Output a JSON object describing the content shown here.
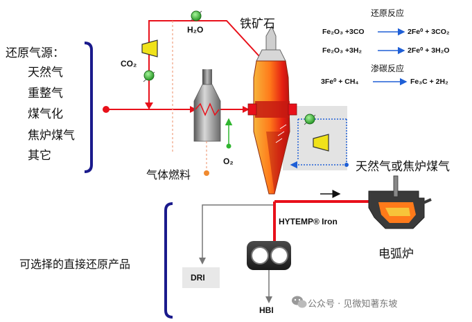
{
  "sources": {
    "title": "还原气源：",
    "items": [
      "天然气",
      "重整气",
      "煤气化",
      "焦炉煤气",
      "其它"
    ]
  },
  "labels": {
    "iron_ore": "铁矿石",
    "h2o": "H₂O",
    "co2": "CO₂",
    "o2": "O₂",
    "fuel_gas": "气体燃料",
    "ng_coke": "天然气或焦炉煤气",
    "hytemp": "HYTEMP® Iron",
    "eaf": "电弧炉",
    "optional_products": "可选择的直接还原产品",
    "dri": "DRI",
    "hbi": "HBI"
  },
  "reactions": {
    "reduction_title": "还原反应",
    "reduction": [
      {
        "left": "Fe₂O₃ +3CO",
        "right": "2Fe⁰ + 3CO₂"
      },
      {
        "left": "Fe₂O₃ +3H₂",
        "right": "2Fe⁰ + 3H₂O"
      }
    ],
    "carburization_title": "渗碳反应",
    "carburization": [
      {
        "left": "3Fe⁰ + CH₄",
        "right": "Fe₃C + 2H₂"
      }
    ]
  },
  "watermark": "公众号 · 见微知著东坡",
  "colors": {
    "red_line": "#e8101a",
    "green_valve": "#2fb52f",
    "yellow_compressor": "#f0e21a",
    "blue_loop": "#1f5fd6",
    "navy_bracket": "#1a1a8c",
    "gray_line": "#777777",
    "orange_dot": "#f08a30"
  },
  "icons": [
    "valve-icon",
    "compressor-icon",
    "heater-icon",
    "reactor-icon",
    "arc-furnace-icon",
    "briquetting-press-icon",
    "wechat-icon"
  ]
}
